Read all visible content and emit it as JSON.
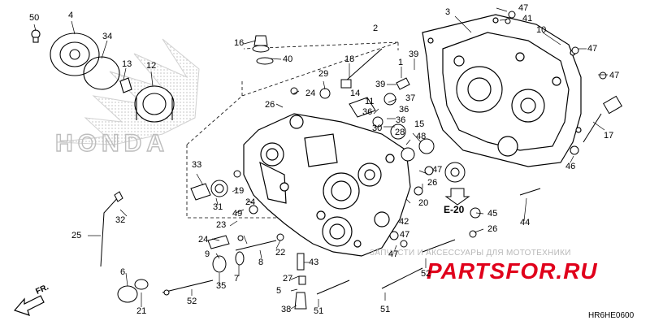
{
  "diagram": {
    "brand_text": "HONDA",
    "watermark_caption": "ЗАПЧАСТИ И АКСЕССУАРЫ ДЛЯ МОТОТЕХНИКИ",
    "watermark_logo": "PARTSFOR.RU",
    "reference_label": "E-20",
    "front_label": "FR.",
    "diagram_code": "HR6HE0600",
    "callouts": [
      "50",
      "4",
      "34",
      "13",
      "12",
      "16",
      "2",
      "40",
      "18",
      "1",
      "39",
      "3",
      "47",
      "41",
      "10",
      "47",
      "47",
      "29",
      "24",
      "26",
      "39",
      "14",
      "11",
      "36",
      "37",
      "36",
      "30",
      "36",
      "28",
      "48",
      "15",
      "17",
      "33",
      "19",
      "31",
      "47",
      "26",
      "24",
      "49",
      "32",
      "20",
      "25",
      "23",
      "24",
      "42",
      "22",
      "8",
      "43",
      "9",
      "6",
      "35",
      "7",
      "27",
      "5",
      "38",
      "21",
      "52",
      "52",
      "51",
      "51",
      "44",
      "46",
      "45",
      "26",
      "47",
      "47"
    ]
  },
  "colors": {
    "line": "#000000",
    "background": "#ffffff",
    "logo_hatch": "#d9d9d9",
    "watermark_red": "#e0001b",
    "watermark_grey": "#b8b8b8",
    "frame_dash": "#000000"
  }
}
